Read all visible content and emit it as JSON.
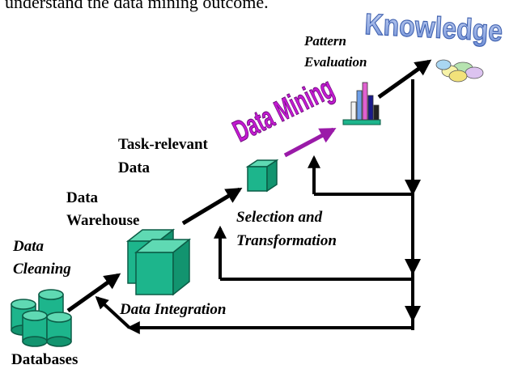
{
  "caption": "understand the data mining outcome.",
  "stages": {
    "databases": "Databases",
    "data_cleaning_line1": "Data",
    "data_cleaning_line2": "Cleaning",
    "data_integration": "Data Integration",
    "data_warehouse_line1": "Data",
    "data_warehouse_line2": "Warehouse",
    "selection_line1": "Selection and",
    "selection_line2": "Transformation",
    "task_relevant_line1": "Task-relevant",
    "task_relevant_line2": "Data",
    "data_mining": "Data Mining",
    "pattern_line1": "Pattern",
    "pattern_line2": "Evaluation",
    "knowledge": "Knowledge"
  },
  "colors": {
    "cube": "#1db58c",
    "cube_top": "#5fd9b3",
    "cube_side": "#12946f",
    "arrow": "#000000",
    "mining_arrow": "#9a1aa8",
    "data_mining_text": "#c21ad0",
    "knowledge_text": "#8fa7e0"
  },
  "icons": [
    "database-cylinder-icon",
    "cube-icon",
    "bar-chart-icon",
    "knowledge-gems-icon"
  ]
}
